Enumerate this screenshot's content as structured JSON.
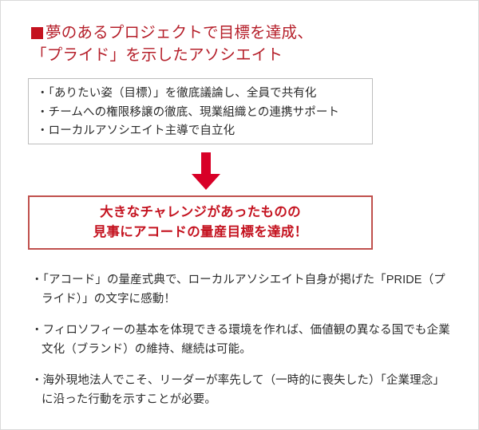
{
  "page": {
    "title": {
      "marker": "red-square-marker",
      "line1": "夢のあるプロジェクトで目標を達成、",
      "line2": "「プライド」を示したアソシエイト"
    },
    "summary_box": {
      "bullets": [
        "・「ありたい姿（目標）」を徹底議論し、全員で共有化",
        "・チームへの権限移譲の徹底、現業組織との連携サポート",
        "・ローカルアソシエイト主導で自立化"
      ]
    },
    "arrow": {
      "name": "down-arrow-icon",
      "color": "#d80027"
    },
    "result_box": {
      "line1": "大きなチャレンジがあったものの",
      "line2": "見事にアコードの量産目標を達成！"
    },
    "notes": [
      "・「アコード」の量産式典で、ローカルアソシエイト自身が掲げた「PRIDE（プライド）」の文字に感動！",
      "・フィロソフィーの基本を体現できる環境を作れば、価値観の異なる国でも企業文化（ブランド）の維持、継続は可能。",
      "・海外現地法人でこそ、リーダーが率先して（一時的に喪失した）「企業理念」に沿った行動を示すことが必要。"
    ]
  },
  "colors": {
    "title_red": "#b51f2a",
    "marker_red": "#c4121f",
    "arrow_red": "#d80027",
    "red_box_border": "#c0504d",
    "gray_box_border": "#bdbdbd",
    "body_text": "#2b2b2b"
  }
}
